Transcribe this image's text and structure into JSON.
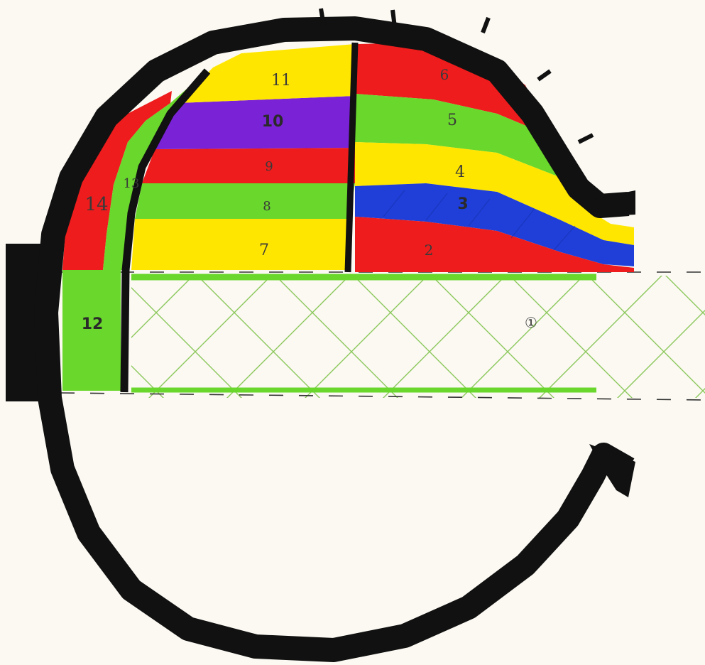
{
  "diagram": {
    "colors": {
      "red": "#ee1c1c",
      "green": "#69d72c",
      "yellow": "#ffe600",
      "purple": "#7a22d6",
      "blue": "#1f3fd8",
      "outline": "#111111",
      "hatch": "#7fc24a",
      "paper": "#fbf9f2"
    },
    "regions": [
      {
        "label": "①",
        "color": "hatch-green"
      },
      {
        "label": "2",
        "color": "red"
      },
      {
        "label": "3",
        "color": "blue"
      },
      {
        "label": "4",
        "color": "yellow"
      },
      {
        "label": "5",
        "color": "green"
      },
      {
        "label": "6",
        "color": "red"
      },
      {
        "label": "7",
        "color": "yellow"
      },
      {
        "label": "8",
        "color": "green"
      },
      {
        "label": "9",
        "color": "red"
      },
      {
        "label": "10",
        "color": "purple"
      },
      {
        "label": "11",
        "color": "yellow"
      },
      {
        "label": "12",
        "color": "green"
      },
      {
        "label": "13",
        "color": "green"
      },
      {
        "label": "14",
        "color": "red"
      }
    ]
  }
}
